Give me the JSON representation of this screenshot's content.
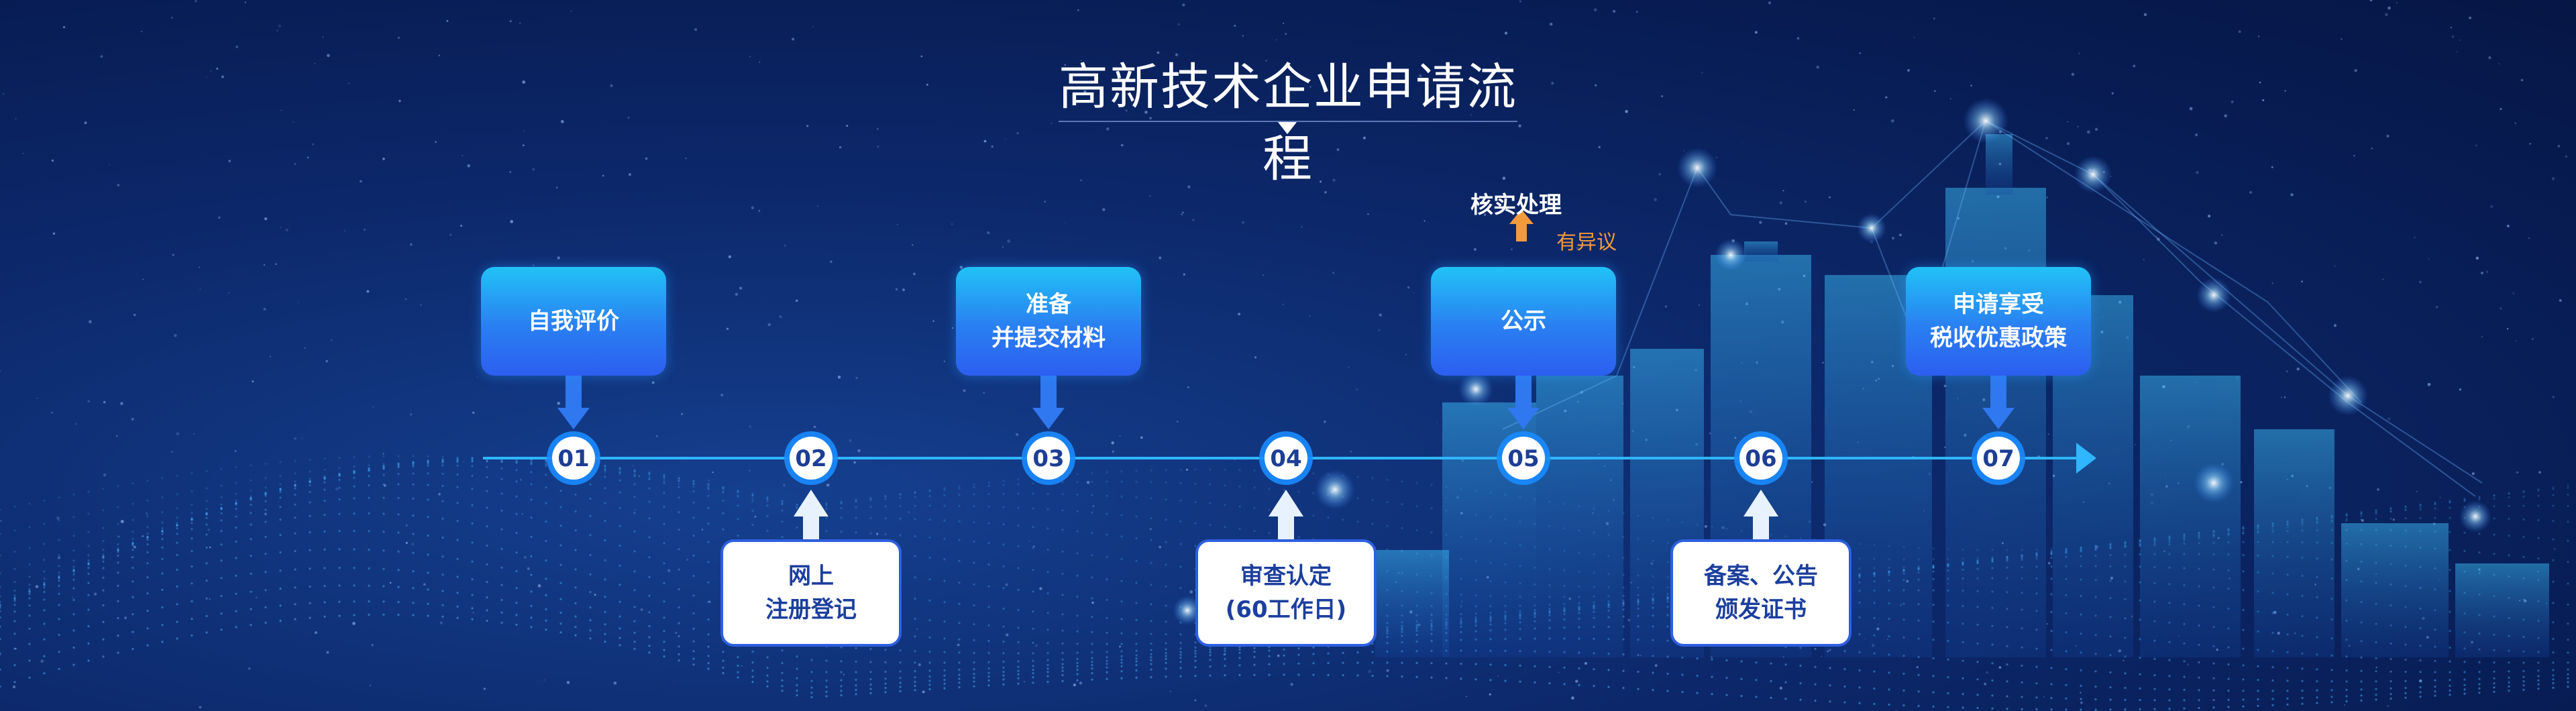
{
  "title": "高新技术企业申请流程",
  "steps": [
    {
      "num": "01",
      "label": "自我评价",
      "position": "top"
    },
    {
      "num": "02",
      "label": "网上\n注册登记",
      "position": "bottom"
    },
    {
      "num": "03",
      "label": "准备\n并提交材料",
      "position": "top"
    },
    {
      "num": "04",
      "label": "审查认定\n(60工作日)",
      "position": "bottom"
    },
    {
      "num": "05",
      "label": "公示",
      "position": "top"
    },
    {
      "num": "06",
      "label": "备案、公告\n颁发证书",
      "position": "bottom"
    },
    {
      "num": "07",
      "label": "申请享受\n税收优惠政策",
      "position": "top"
    }
  ],
  "branch": {
    "label": "核实处理",
    "condition": "有异议"
  },
  "colors": {
    "primary": "#2a7ff2",
    "accent": "#21c2f6",
    "timeline": "#2fb6ff",
    "note": "#f39a3c",
    "bg": "#0d2a6e"
  }
}
